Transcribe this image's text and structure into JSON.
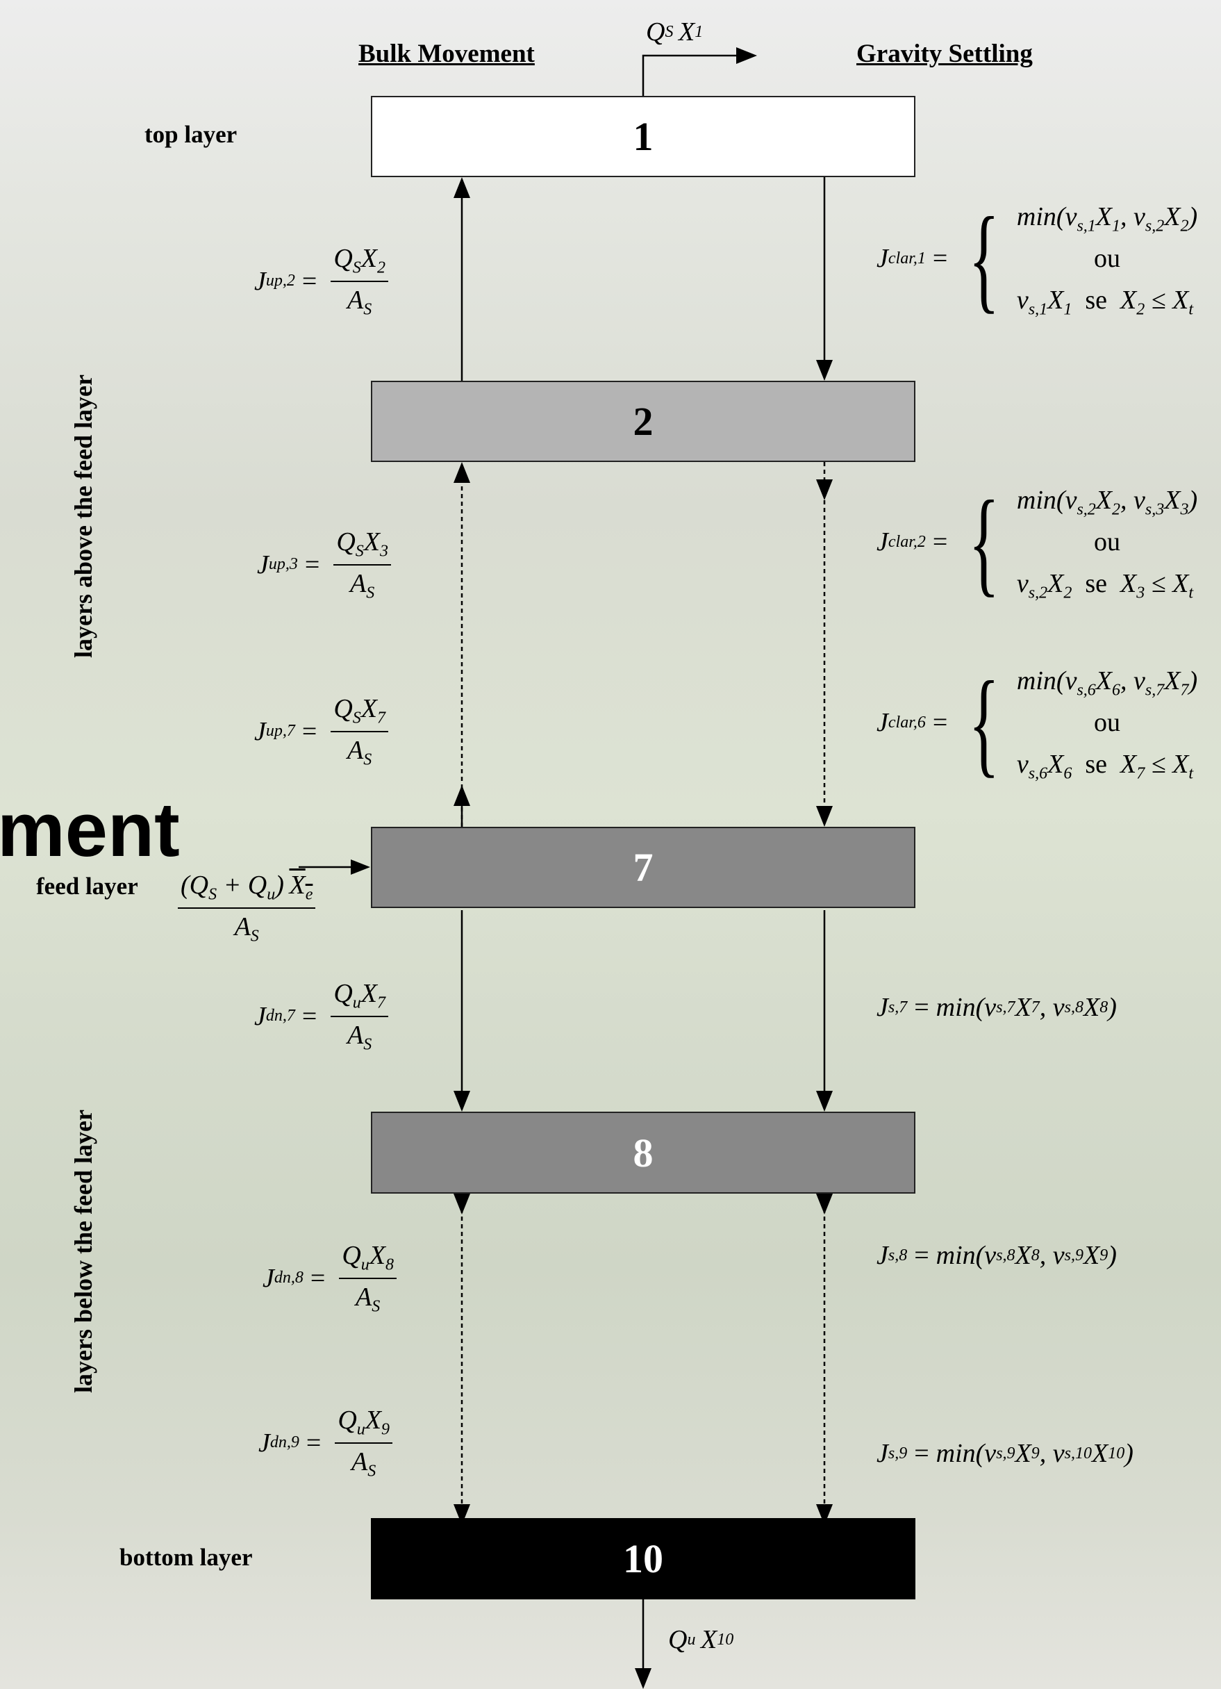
{
  "headers": {
    "bulk": "Bulk Movement",
    "gravity": "Gravity Settling",
    "top_out": "Q_S X_1"
  },
  "side_labels": {
    "top": "top layer",
    "feed": "feed layer",
    "bottom": "bottom layer",
    "above": "layers above the feed layer",
    "below": "layers below the feed layer"
  },
  "background_text": "ment",
  "layers": [
    "1",
    "2",
    "7",
    "8",
    "10"
  ],
  "bottom_out": "Q_u X_10",
  "bulk_equations": {
    "j_up_2": {
      "lhs": "J",
      "sub": "up,2",
      "num": "Q_S X_2",
      "den": "A_S"
    },
    "j_up_3": {
      "lhs": "J",
      "sub": "up,3",
      "num": "Q_S X_3",
      "den": "A_S"
    },
    "j_up_7": {
      "lhs": "J",
      "sub": "up,7",
      "num": "Q_S X_7",
      "den": "A_S"
    },
    "feed": {
      "num": "(Q_S + Q_u) X_e",
      "den": "A_S"
    },
    "j_dn_7": {
      "lhs": "J",
      "sub": "dn,7",
      "num": "Q_u X_7",
      "den": "A_S"
    },
    "j_dn_8": {
      "lhs": "J",
      "sub": "dn,8",
      "num": "Q_u X_8",
      "den": "A_S"
    },
    "j_dn_9": {
      "lhs": "J",
      "sub": "dn,9",
      "num": "Q_u X_9",
      "den": "A_S"
    }
  },
  "settling_equations": {
    "j_clar_1": {
      "lhs": "J",
      "sub": "clar,1",
      "line1": "min(v_s,1 X_1, v_s,2 X_2)",
      "line2": "ou",
      "line3": "v_s,1 X_1  se  X_2 ≤ X_t"
    },
    "j_clar_2": {
      "lhs": "J",
      "sub": "clar,2",
      "line1": "min(v_s,2 X_2, v_s,3 X_3)",
      "line2": "ou",
      "line3": "v_s,2 X_2  se  X_3 ≤ X_t"
    },
    "j_clar_6": {
      "lhs": "J",
      "sub": "clar,6",
      "line1": "min(v_s,6 X_6, v_s,7 X_7)",
      "line2": "ou",
      "line3": "v_s,6 X_6  se  X_7 ≤ X_t"
    },
    "j_s_7": {
      "lhs": "J",
      "sub": "s,7",
      "rhs": "min(v_s,7 X_7, v_s,8 X_8)"
    },
    "j_s_8": {
      "lhs": "J",
      "sub": "s,8",
      "rhs": "min(v_s,8 X_8, v_s,9 X_9)"
    },
    "j_s_9": {
      "lhs": "J",
      "sub": "s,9",
      "rhs": "min(v_s,9 X_9, v_s,10 X_10)"
    }
  },
  "colors": {
    "layer_1": "#ffffff",
    "layer_2": "#b4b4b4",
    "layer_7": "#888888",
    "layer_8": "#888888",
    "layer_10": "#000000"
  }
}
